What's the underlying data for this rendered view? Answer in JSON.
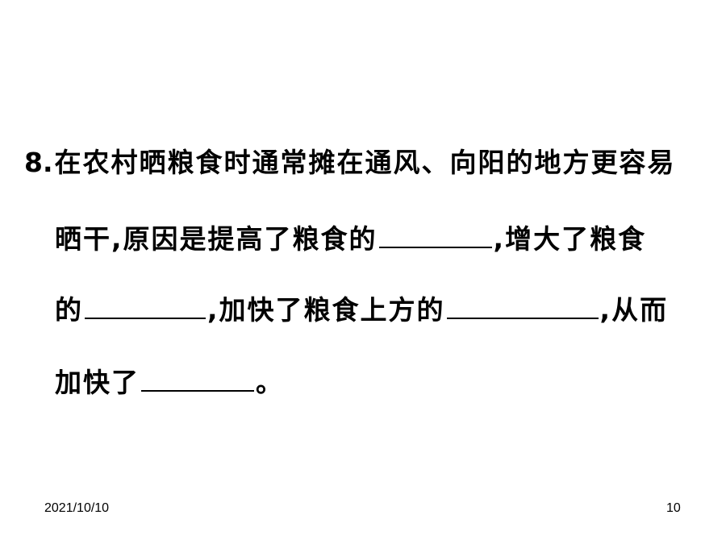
{
  "question": {
    "number": "8.",
    "segments": {
      "s1": "在农村晒粮食时通常摊在通风、向阳的地方更容易",
      "s2": "晒干,原因是提高了粮食的",
      "s3": ",增大了粮食",
      "s4": "的",
      "s5": ",加快了粮食上方的",
      "s6": ",从而",
      "s7": "加快了",
      "s8": "。"
    }
  },
  "footer": {
    "date": "2021/10/10",
    "page": "10"
  }
}
